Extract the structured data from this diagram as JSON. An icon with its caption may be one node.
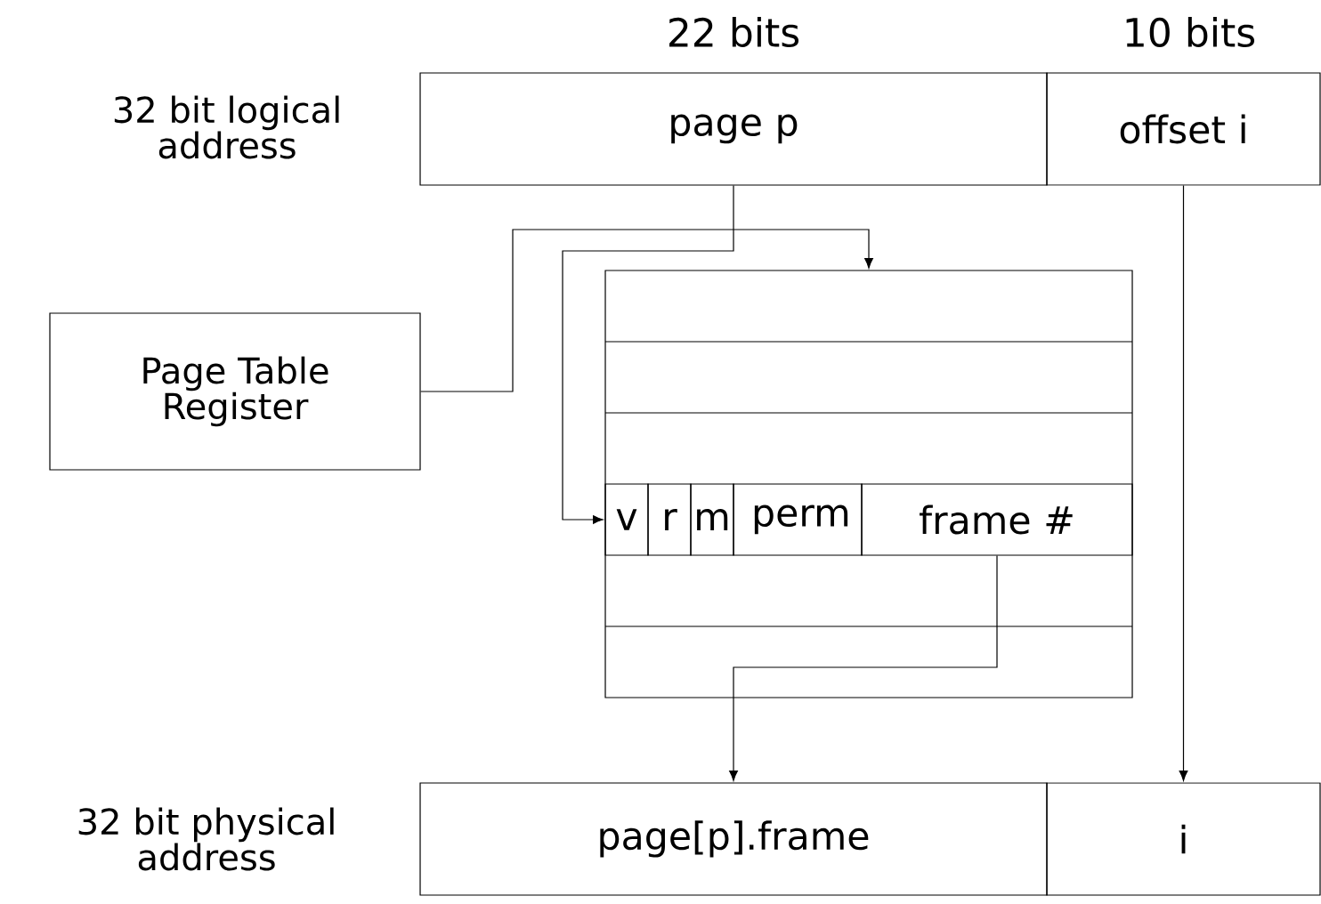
{
  "diagram": {
    "nodes": [
      {
        "text": [
          "page p"
        ]
      },
      {
        "text": [
          "offset i"
        ]
      },
      {
        "text": [
          "Page Table Register"
        ]
      },
      {
        "text": [],
        "shape": "box"
      },
      {
        "text": [
          "v"
        ],
        "in": 3
      },
      {
        "text": [
          "r"
        ],
        "in": 3
      },
      {
        "text": [
          "m"
        ],
        "in": 3
      },
      {
        "text": [
          "perm"
        ],
        "in": 3
      },
      {
        "text": [
          "frame #"
        ],
        "in": 3
      },
      {
        "text": [
          "page[p].frame"
        ]
      },
      {
        "text": [
          "i"
        ]
      }
    ],
    "edges": [
      {
        "from": 2,
        "to": 3,
        "arrow": "to"
      },
      {
        "from": 0,
        "to": 4,
        "arrow": "to"
      },
      {
        "from": 8,
        "to": 9,
        "arrow": "to"
      },
      {
        "from": 1,
        "to": 10,
        "arrow": "to"
      }
    ],
    "labels": [
      "22 bits",
      "10 bits",
      "32 bit logical address",
      "32 bit physical address"
    ]
  }
}
